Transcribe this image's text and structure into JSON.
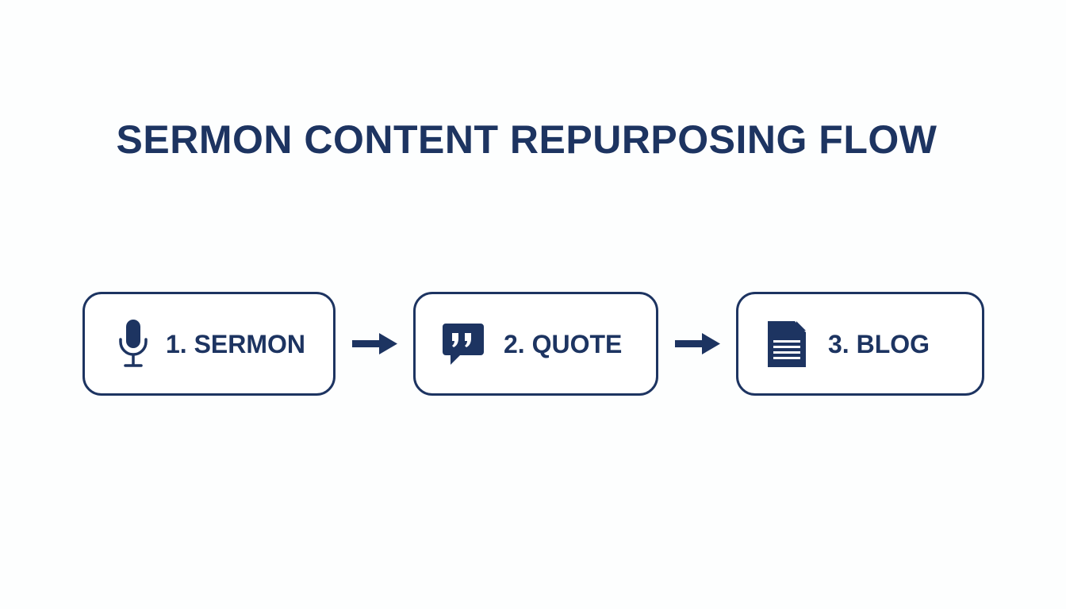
{
  "title": "SERMON CONTENT REPURPOSING FLOW",
  "steps": [
    {
      "label": "1. SERMON",
      "icon": "microphone-icon"
    },
    {
      "label": "2. QUOTE",
      "icon": "quote-bubble-icon"
    },
    {
      "label": "3. BLOG",
      "icon": "document-icon"
    }
  ],
  "connectors": [
    {
      "from": "1. SERMON",
      "to": "2. QUOTE",
      "icon": "arrow-right-icon"
    },
    {
      "from": "2. QUOTE",
      "to": "3. BLOG",
      "icon": "arrow-right-icon"
    }
  ],
  "colors": {
    "primary": "#1d3461",
    "background": "#fdfefe"
  }
}
